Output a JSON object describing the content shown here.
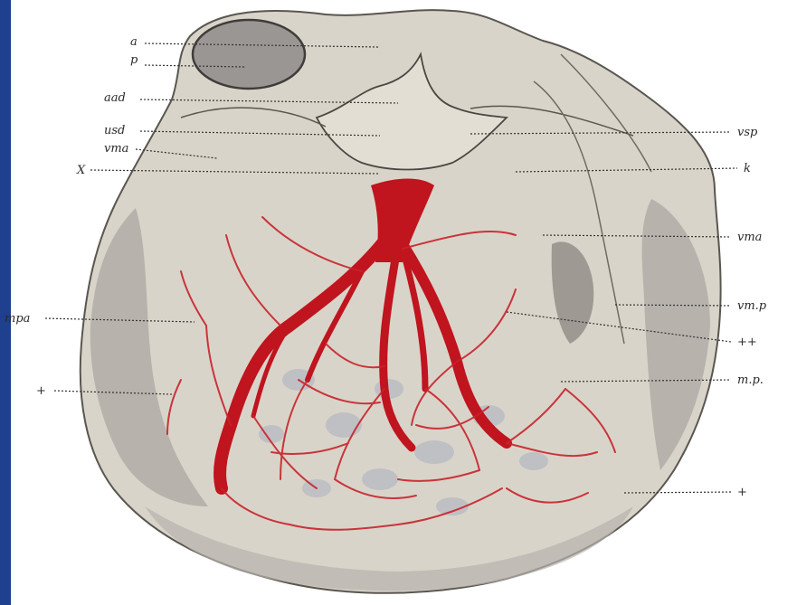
{
  "colors": {
    "frame": "#1f3f8f",
    "heart_tissue": "#d9d4c9",
    "heart_outline": "#5a5650",
    "shadow_gray": "#a8a4a0",
    "vessel_red": "#c0141e",
    "background": "#ffffff"
  },
  "labels": {
    "a": "a",
    "p": "p",
    "aad": "aad",
    "usd": "usd",
    "vma": "vma",
    "x": "X",
    "vsp": "vsp",
    "k": "k",
    "vma_right": "vma",
    "mp": "vm.p",
    "plusplus": "++",
    "mpa": "mpa",
    "mpp": "m.p.",
    "plus_left": "+",
    "plus_right": "+"
  }
}
